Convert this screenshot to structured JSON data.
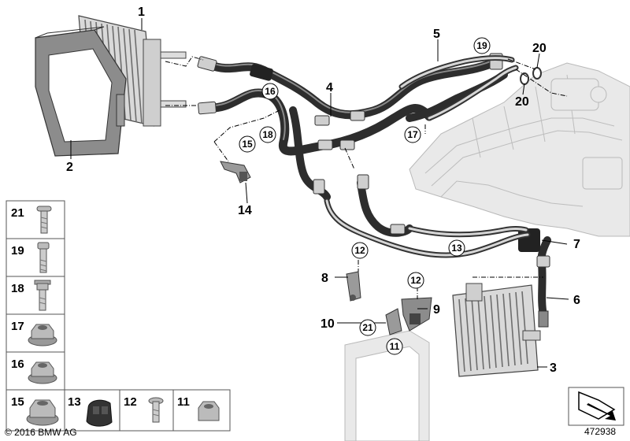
{
  "callouts": {
    "c1": "1",
    "c2": "2",
    "c3": "3",
    "c4": "4",
    "c5": "5",
    "c6": "6",
    "c7": "7",
    "c8": "8",
    "c9": "9",
    "c10": "10",
    "c14": "14"
  },
  "circled_callouts": {
    "c11": "11",
    "c12a": "12",
    "c12b": "12",
    "c13": "13",
    "c15": "15",
    "c16": "16",
    "c17": "17",
    "c18": "18",
    "c19": "19",
    "c21": "21"
  },
  "gasket_callouts": {
    "c20a": "20",
    "c20b": "20"
  },
  "legend": {
    "items": [
      {
        "number": "21",
        "part": "bolt-flange"
      },
      {
        "number": "19",
        "part": "bolt-long"
      },
      {
        "number": "18",
        "part": "bolt-hex-flange"
      },
      {
        "number": "17",
        "part": "hex-nut-flange"
      },
      {
        "number": "16",
        "part": "hex-nut-flange"
      },
      {
        "number": "15",
        "part": "hex-nut-flange"
      },
      {
        "number": "13",
        "part": "rubber-grommet"
      },
      {
        "number": "12",
        "part": "bolt-short"
      },
      {
        "number": "11",
        "part": "hex-nut"
      }
    ]
  },
  "footer": {
    "copyright": "© 2016 BMW AG",
    "diagram_id": "472938"
  },
  "colors": {
    "hose": "#2d2d2d",
    "ghost_engine": "#e9e9e9",
    "line": "#000000"
  }
}
